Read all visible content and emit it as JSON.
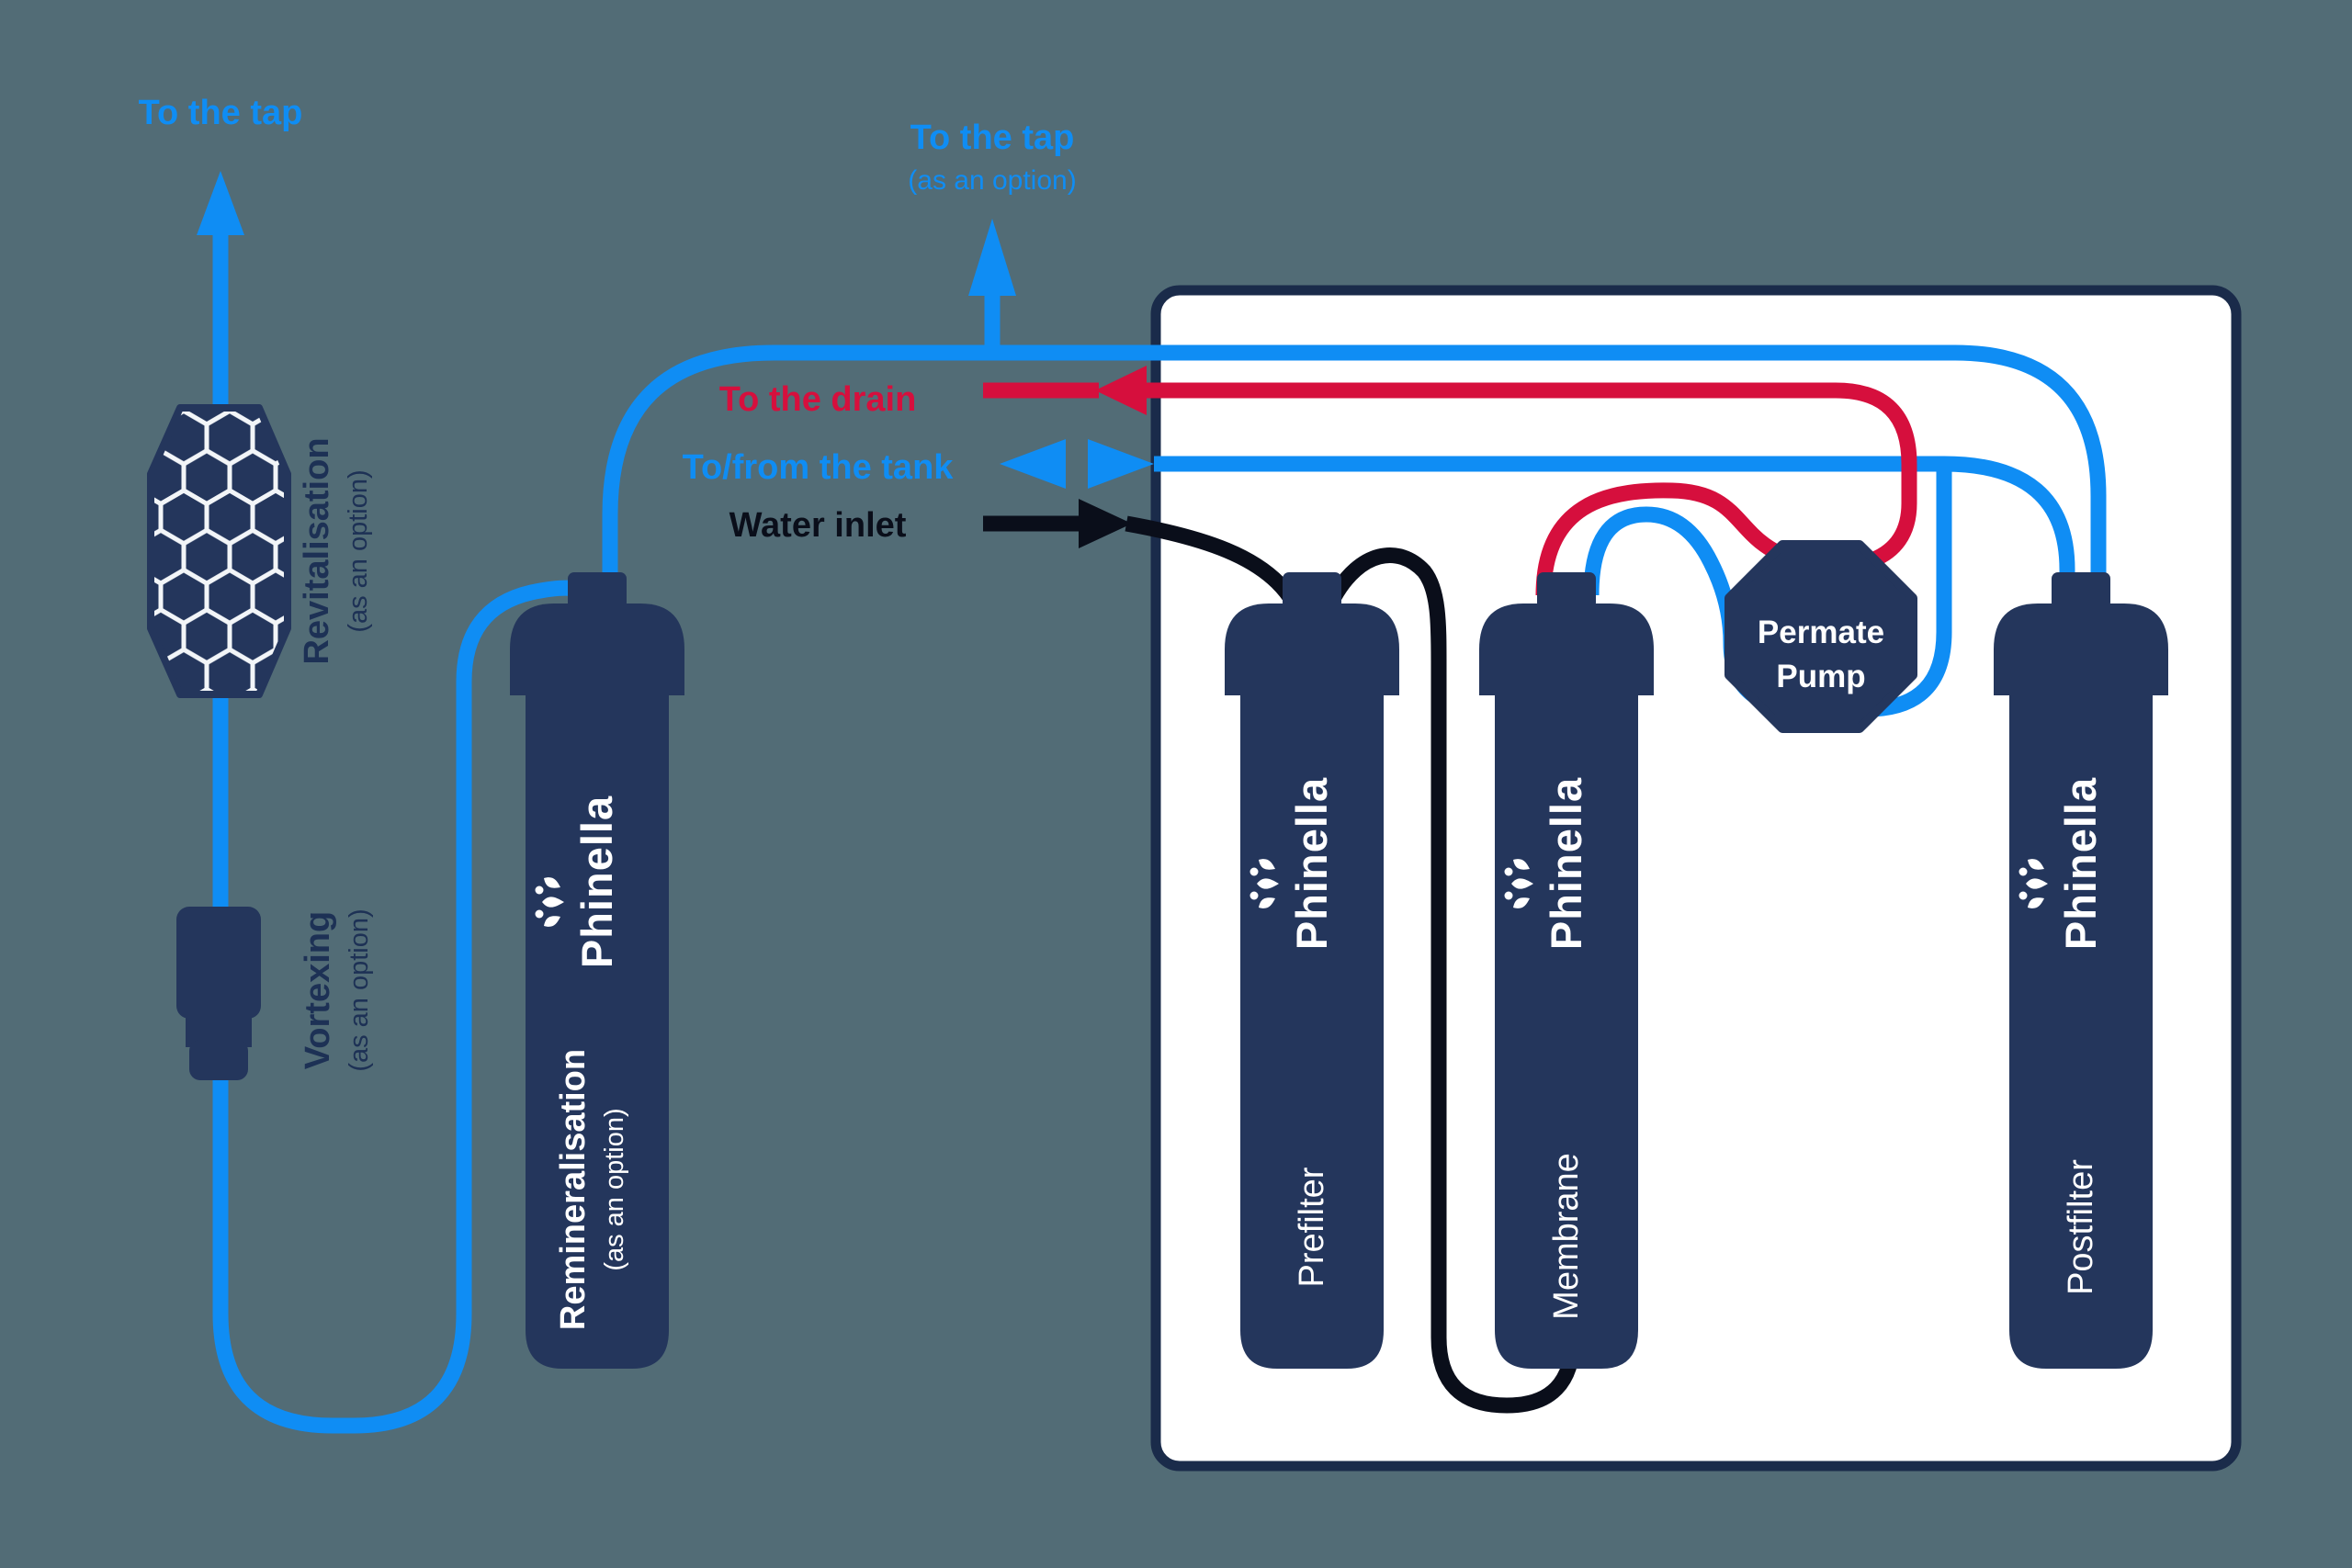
{
  "colors": {
    "background": "#526C76",
    "navy": "#24365C",
    "navy_dark": "#1A2B4A",
    "label_navy": "#1D3155",
    "blue": "#0F8DF4",
    "red": "#D60F3D",
    "black": "#0A0E1A",
    "white": "#FFFFFF",
    "hex_line": "#F2F5F8"
  },
  "labels": {
    "tap_left": "To the tap",
    "tap_option": "To the tap",
    "tap_option_sub": "(as an option)",
    "drain": "To the drain",
    "tank": "To/from the tank",
    "inlet": "Water inlet",
    "revitalisation": "Revitalisation",
    "revitalisation_sub": "(as an option)",
    "vortexing": "Vortexing",
    "vortexing_sub": "(as an option)",
    "remineralisation": "Remineralisation",
    "remineralisation_sub": "(as an option)",
    "pump_line1": "Permate",
    "pump_line2": "Pump",
    "prefilter": "Prefilter",
    "membrane": "Membrane",
    "postfilter": "Postfilter",
    "brand": "Phinella"
  }
}
